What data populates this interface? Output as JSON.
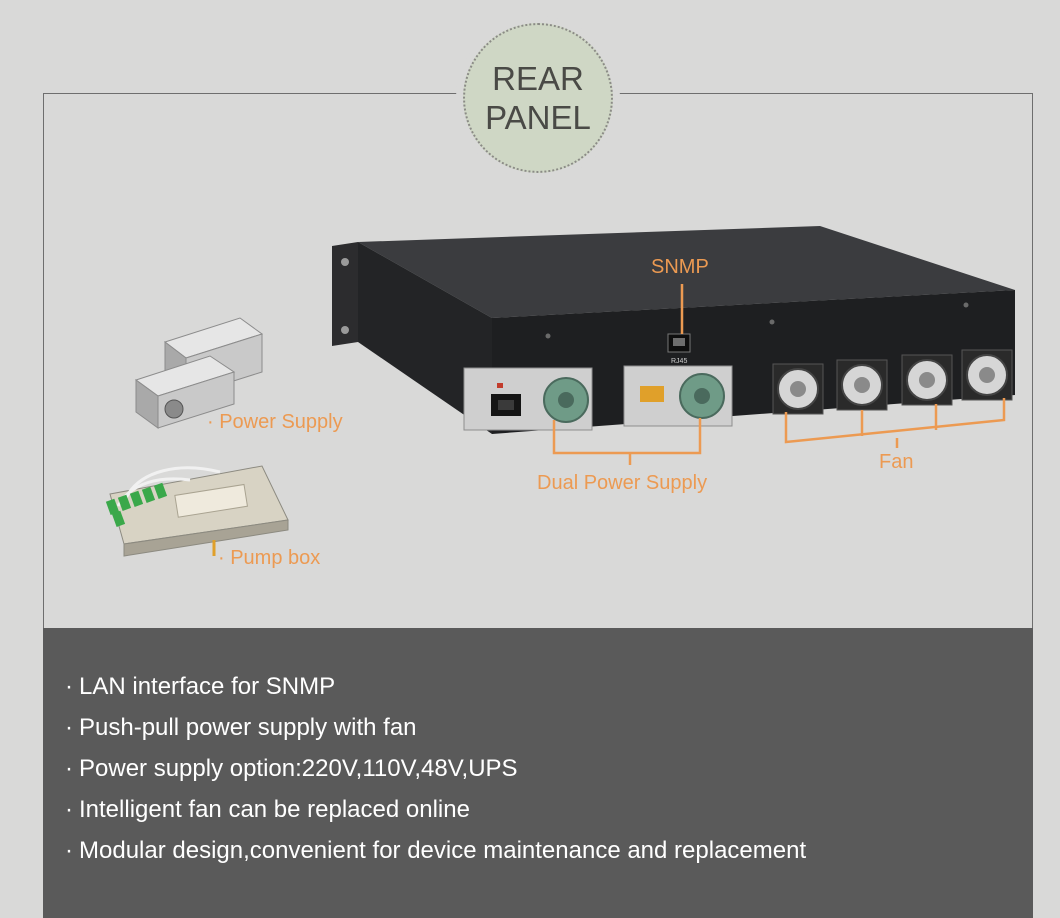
{
  "badge": {
    "line1": "REAR",
    "line2": "PANEL"
  },
  "device": {
    "snmp_label": "SNMP",
    "port_tag": "RJ45",
    "power_label": "Dual Power Supply",
    "fan_label": "Fan"
  },
  "accessories": [
    {
      "label": "· Power Supply"
    },
    {
      "label": "· Pump box"
    }
  ],
  "features": [
    "LAN interface for SNMP",
    "Push-pull power supply with fan",
    "Power supply option:220V,110V,48V,UPS",
    "Intelligent fan can be replaced online",
    "Modular design,convenient for device maintenance and replacement"
  ],
  "bullet": "·",
  "colors": {
    "accent": "#ec9a52",
    "panel": "#5a5a5a",
    "background": "#d9d9d8",
    "badge": "#cfd7c5"
  }
}
